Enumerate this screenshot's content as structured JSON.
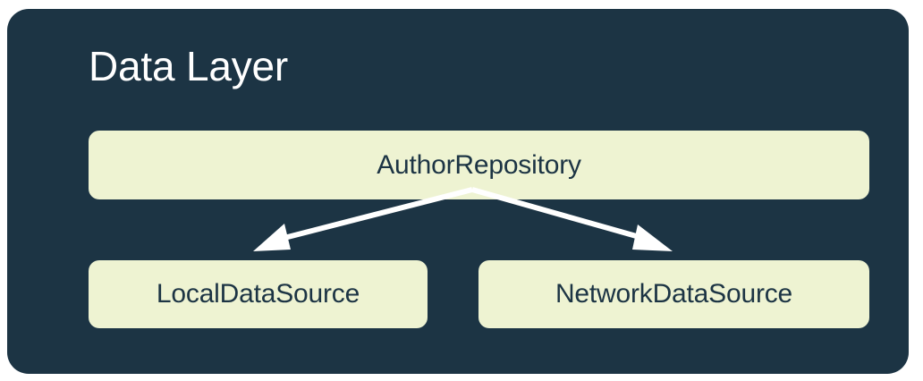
{
  "diagram": {
    "title": "Data Layer",
    "background_color": "#ffffff",
    "panel_color": "#1c3444",
    "node_color": "#eef3d2",
    "node_text_color": "#1c3444",
    "title_color": "#ffffff",
    "arrow_color": "#ffffff",
    "nodes": [
      {
        "id": "repository",
        "label": "AuthorRepository"
      },
      {
        "id": "local",
        "label": "LocalDataSource"
      },
      {
        "id": "network",
        "label": "NetworkDataSource"
      }
    ],
    "edges": [
      {
        "from": "repository",
        "to": "local",
        "style": "solid-arrow"
      },
      {
        "from": "repository",
        "to": "network",
        "style": "solid-arrow"
      }
    ]
  }
}
